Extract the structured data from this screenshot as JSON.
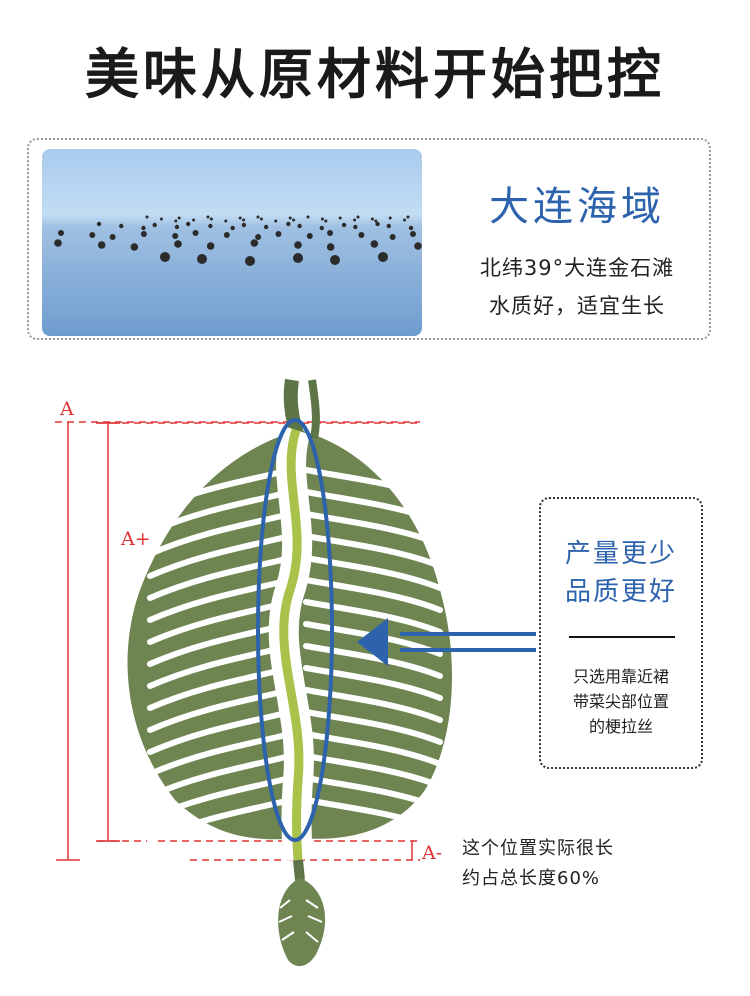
{
  "title": "美味从原材料开始把控",
  "sea": {
    "heading": "大连海域",
    "line1": "北纬39°大连金石滩",
    "line2": "水质好，适宜生长"
  },
  "diagram": {
    "label_a": "A",
    "label_a_plus": "A+",
    "label_a_minus": "A-",
    "note_line1": "这个位置实际很长",
    "note_line2": "约占总长度60%",
    "callout": {
      "heading1": "产量更少",
      "heading2": "品质更好",
      "text1": "只选用靠近裙",
      "text2": "带菜尖部位置",
      "text3": "的梗拉丝"
    }
  },
  "colors": {
    "accent_blue": "#2d63ad",
    "measure_red": "#e03434",
    "kelp_green": "#6e8552",
    "stem_yellow": "#a8c24a"
  }
}
